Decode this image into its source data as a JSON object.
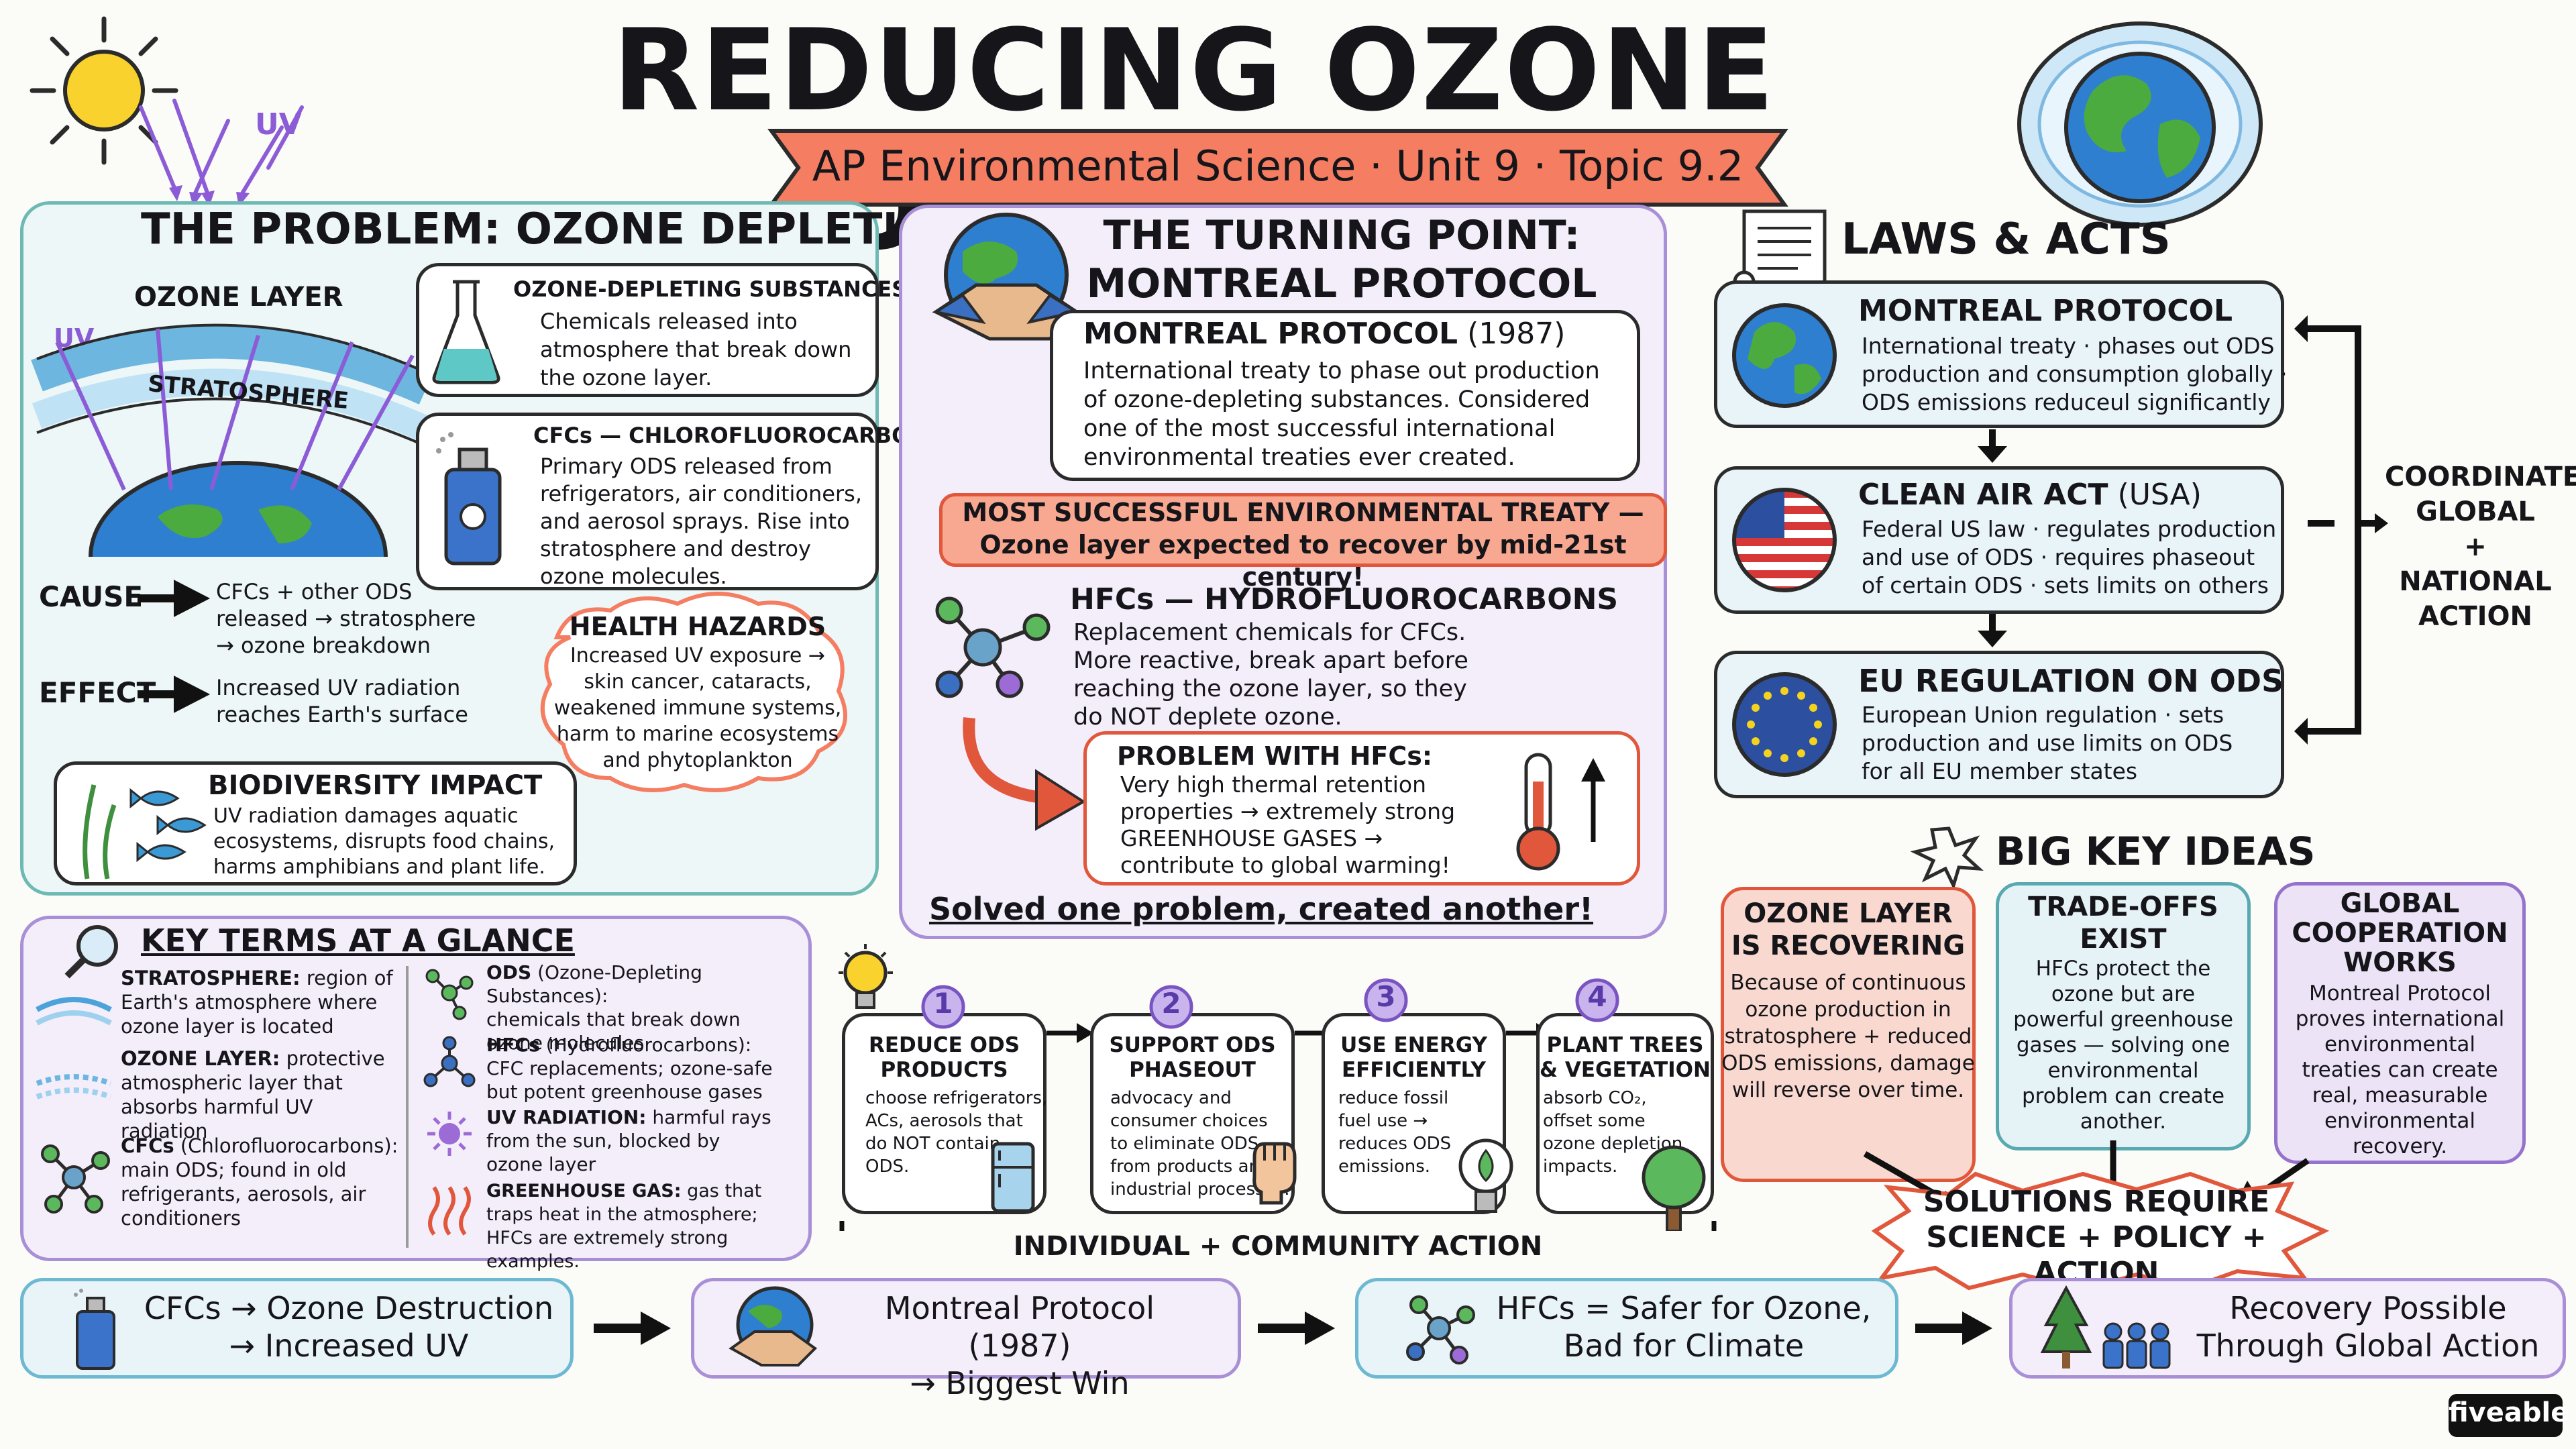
{
  "main_title": "REDUCING OZONE DEPLETION",
  "subtitle": "AP Environmental Science · Unit 9 · Topic 9.2",
  "header_uv_label": "UV",
  "problem": {
    "title": "THE PROBLEM: OZONE DEPLETION",
    "ozone_layer_label": "OZONE LAYER",
    "uv_label": "UV",
    "stratosphere_label": "STRATOSPHERE",
    "ods": {
      "title": "OZONE-DEPLETING SUBSTANCES (ODS)",
      "text": "Chemicals released into\natmosphere that break down\nthe ozone layer."
    },
    "cfcs": {
      "title": "CFCs — CHLOROFLUOROCARBONS",
      "text": "Primary ODS released from\nrefrigerators, air conditioners,\nand aerosol sprays. Rise into\nstratosphere and destroy\nozone molecules."
    },
    "cause_label": "CAUSE",
    "cause_text": "CFCs + other ODS\nreleased → stratosphere\n→ ozone breakdown",
    "effect_label": "EFFECT",
    "effect_text": "Increased UV radiation\nreaches Earth's surface",
    "health": {
      "title": "HEALTH HAZARDS",
      "text": "Increased UV exposure →\nskin cancer, cataracts,\nweakened immune systems,\nharm to marine ecosystems\nand phytoplankton"
    },
    "biodiversity": {
      "title": "BIODIVERSITY IMPACT",
      "text": "UV radiation damages aquatic\necosystems, disrupts food chains,\nharms amphibians and plant life."
    }
  },
  "turning_point": {
    "title": "THE TURNING POINT:\nMONTREAL PROTOCOL",
    "mp_title": "MONTREAL PROTOCOL",
    "mp_year": "(1987)",
    "mp_text": "International treaty to phase out production\nof ozone-depleting substances. Considered\none of the most successful international\nenvironmental treaties ever created.",
    "banner": "MOST SUCCESSFUL ENVIRONMENTAL TREATY —\nOzone layer expected to recover by mid-21st century!",
    "hfc_title": "HFCs — HYDROFLUOROCARBONS",
    "hfc_text": "Replacement chemicals for CFCs.\nMore reactive, break apart before\nreaching the ozone layer, so they\ndo NOT deplete ozone.",
    "problem_title": "PROBLEM WITH HFCs:",
    "problem_text": "Very high thermal retention\nproperties → extremely strong\nGREENHOUSE GASES →\ncontribute to global warming!",
    "solved": "Solved one problem, created another!"
  },
  "laws": {
    "title": "LAWS & ACTS",
    "items": [
      {
        "title": "MONTREAL PROTOCOL",
        "suffix": "",
        "text": "International treaty · phases out ODS\nproduction and consumption globally ·\nODS emissions reduceul significantly"
      },
      {
        "title": "CLEAN AIR ACT",
        "suffix": "(USA)",
        "text": "Federal US law · regulates production\nand use of ODS · requires phaseout\nof certain ODS · sets limits on others"
      },
      {
        "title": "EU REGULATION ON ODS",
        "suffix": "",
        "text": "European Union regulation · sets\nproduction and use limits on ODS\nfor all EU member states"
      }
    ],
    "side_label": "COORDINATED\nGLOBAL\n+\nNATIONAL\nACTION"
  },
  "big_ideas": {
    "title": "BIG KEY IDEAS",
    "cards": [
      {
        "title": "OZONE LAYER\nIS RECOVERING",
        "text": "Because of continuous\nozone production in\nstratosphere + reduced\nODS emissions, damage\nwill reverse over time."
      },
      {
        "title": "TRADE-OFFS\nEXIST",
        "text": "HFCs protect the\nozone but are\npowerful greenhouse\ngases — solving one\nenvironmental\nproblem can create\nanother."
      },
      {
        "title": "GLOBAL\nCOOPERATION\nWORKS",
        "text": "Montreal Protocol\nproves international\nenvironmental\ntreaties can create\nreal, measurable\nenvironmental\nrecovery."
      }
    ],
    "solutions": "SOLUTIONS REQUIRE\nSCIENCE + POLICY + ACTION"
  },
  "key_terms": {
    "title": "KEY TERMS AT A GLANCE",
    "left": [
      {
        "term": "STRATOSPHERE:",
        "def": "region of\nEarth's atmosphere where\nozone layer is located"
      },
      {
        "term": "OZONE LAYER:",
        "def": "protective\natmospheric layer that\nabsorbs harmful UV radiation"
      },
      {
        "term": "CFCs",
        "def": "(Chlorofluorocarbons):\nmain ODS; found in old\nrefrigerants, aerosols, air\nconditioners"
      }
    ],
    "right": [
      {
        "term": "ODS",
        "def": "(Ozone-Depleting Substances):\nchemicals that break down\nozone molecules"
      },
      {
        "term": "HFCs",
        "def": "(Hydrofluorocarbons):\nCFC replacements; ozone-safe\nbut potent greenhouse gases"
      },
      {
        "term": "UV RADIATION:",
        "def": "harmful rays\nfrom the sun, blocked by\nozone layer"
      },
      {
        "term": "GREENHOUSE GAS:",
        "def": "gas that\ntraps heat in the atmosphere;\nHFCs are extremely strong examples."
      }
    ]
  },
  "actions": {
    "steps": [
      {
        "num": "1",
        "title": "REDUCE ODS\nPRODUCTS",
        "text": "choose refrigerators,\nACs, aerosols that\ndo NOT contain\nODS."
      },
      {
        "num": "2",
        "title": "SUPPORT ODS\nPHASEOUT",
        "text": "advocacy and\nconsumer choices\nto eliminate ODS\nfrom products and\nindustrial processes."
      },
      {
        "num": "3",
        "title": "USE ENERGY\nEFFICIENTLY",
        "text": "reduce fossil\nfuel use →\nreduces ODS\nemissions."
      },
      {
        "num": "4",
        "title": "PLANT TREES\n& VEGETATION",
        "text": "absorb CO₂,\noffset some\nozone depletion\nimpacts."
      }
    ],
    "label": "INDIVIDUAL + COMMUNITY ACTION"
  },
  "flow": [
    "CFCs → Ozone Destruction\n→ Increased UV",
    "Montreal Protocol (1987)\n→ Biggest Win",
    "HFCs = Safer for Ozone,\nBad for Climate",
    "Recovery Possible\nThrough Global Action"
  ],
  "brand": "fiveable",
  "colors": {
    "salmon": "#f47d62",
    "teal_bg": "#edf7f7",
    "purple_bg": "#f4eefb",
    "blue_bg": "#e9f4f8",
    "yellow_sun": "#f9d22e"
  }
}
